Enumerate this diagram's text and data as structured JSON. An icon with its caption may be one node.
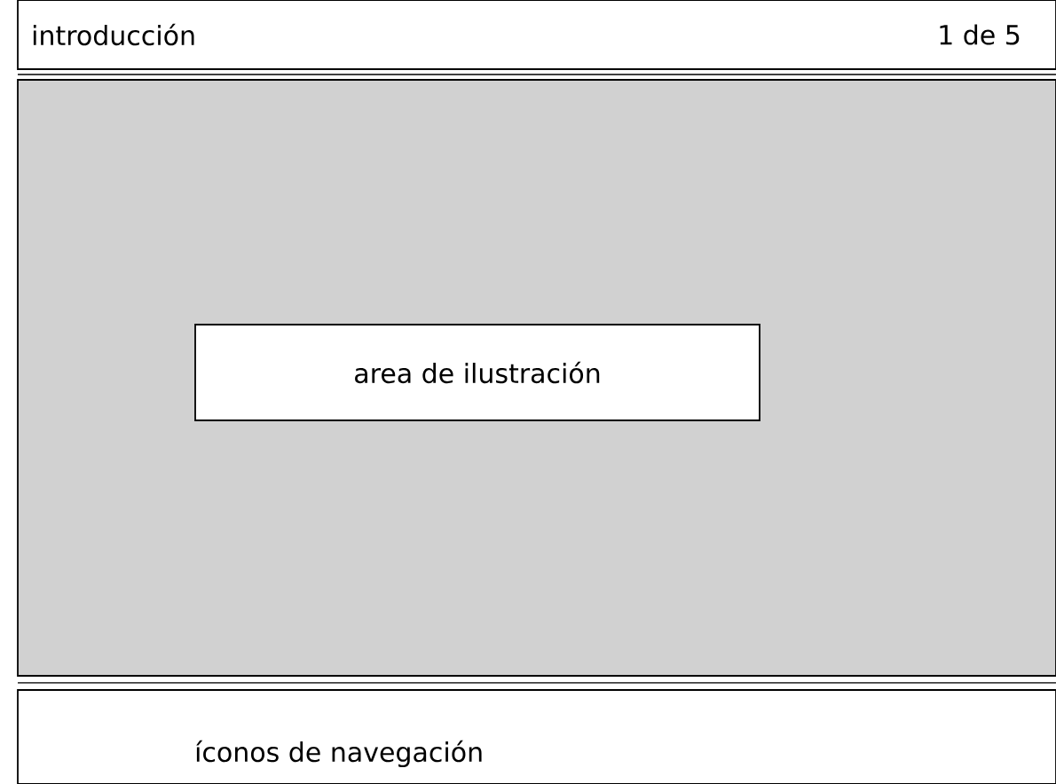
{
  "diagram": {
    "nodes": [
      {
        "text": [
          "introducción",
          "1 de 5"
        ]
      },
      {
        "text": [],
        "shape": "box"
      },
      {
        "text": [
          "area de ilustración"
        ],
        "in": 1
      },
      {
        "text": [
          "íconos de navegación"
        ]
      }
    ]
  }
}
